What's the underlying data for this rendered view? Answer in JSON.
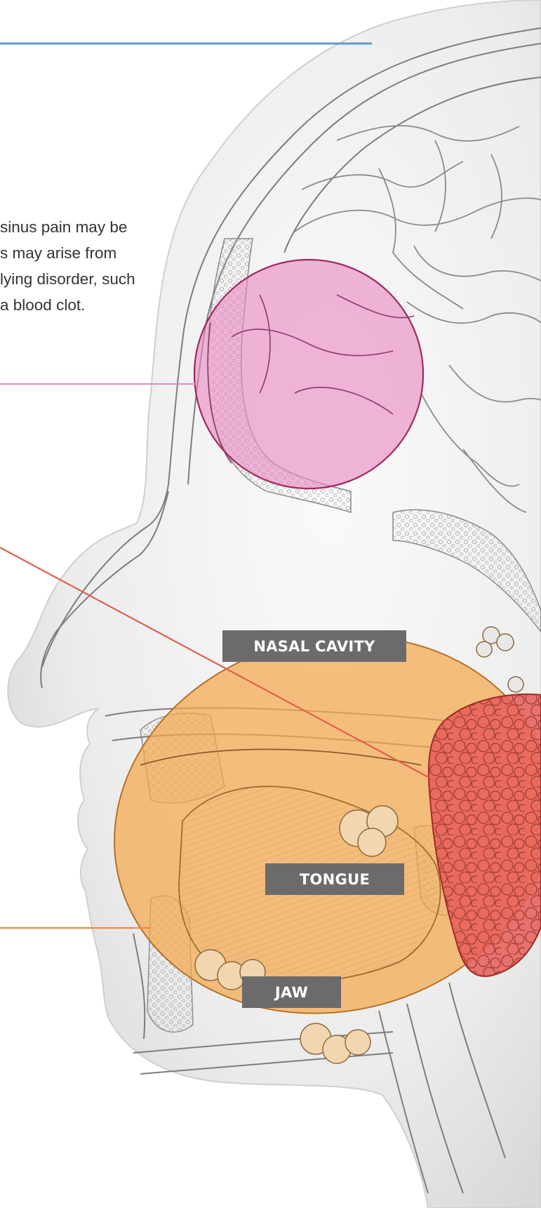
{
  "intro_text": {
    "line1": "sinus pain may be",
    "line2": "s may arise from",
    "line3": "lying disorder, such",
    "line4": "a blood clot."
  },
  "labels": {
    "nasal_cavity": "NASAL CAVITY",
    "tongue": "TONGUE",
    "jaw": "JAW"
  },
  "colors": {
    "rule_blue": "#5b9bd5",
    "sinus_pink": "#e889c3",
    "nasal_orange": "#f5a84c",
    "gland_red": "#e8605a",
    "label_gray": "#6b6b6b"
  }
}
